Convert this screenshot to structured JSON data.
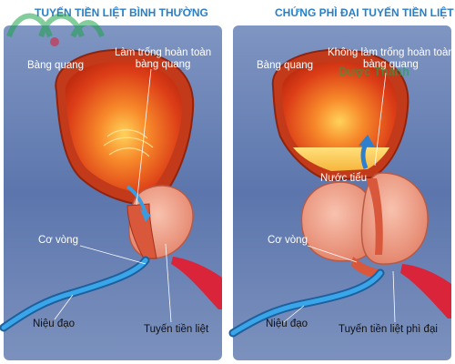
{
  "left_panel": {
    "title": "TUYẾN TIỀN LIỆT BÌNH THƯỜNG",
    "labels": {
      "bladder": "Bàng quang",
      "emptying_line1": "Làm trống hoàn toàn",
      "emptying_line2": "bàng quang",
      "sphincter": "Cơ vòng",
      "urethra": "Niệu đạo",
      "prostate": "Tuyến tiền liệt"
    }
  },
  "right_panel": {
    "title": "CHỨNG PHÌ ĐẠI TUYẾN TIỀN LIỆT",
    "labels": {
      "bladder": "Bàng quang",
      "not_emptying_line1": "Không làm trống hoàn toàn",
      "not_emptying_line2": "bàng quang",
      "urine": "Nước tiểu",
      "sphincter": "Cơ vòng",
      "urethra": "Niệu đạo",
      "prostate": "Tuyến tiền liệt phì đại"
    }
  },
  "watermark": {
    "text": "Dược Thành"
  },
  "colors": {
    "title": "#2a7fc4",
    "panel_background": "#5d77ad",
    "bladder": "#e0421c",
    "prostate": "#f2a38a",
    "urethra": "#2f8fd6",
    "watermark": "#1ea34a"
  }
}
